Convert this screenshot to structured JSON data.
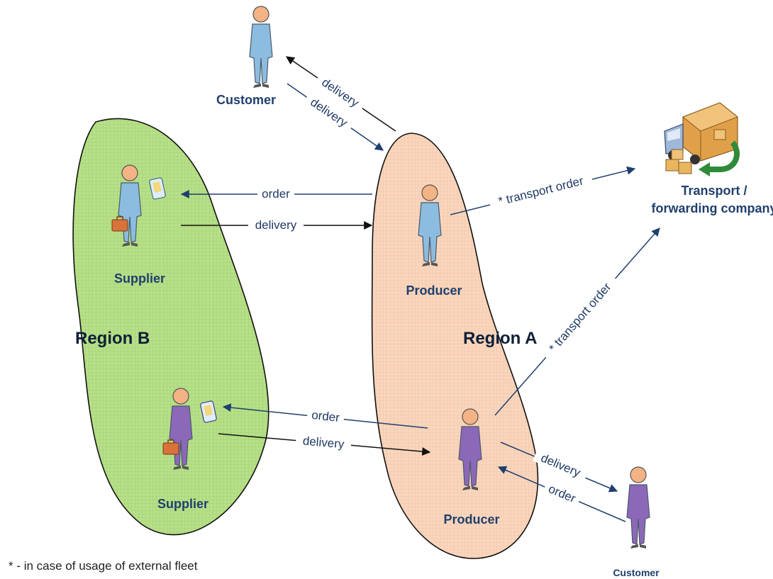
{
  "regions": {
    "region_a": "Region A",
    "region_b": "Region B"
  },
  "actors": {
    "customer_top": "Customer",
    "supplier_top": "Supplier",
    "producer_top": "Producer",
    "supplier_bottom": "Supplier",
    "producer_bottom": "Producer",
    "customer_bottom": "Customer",
    "transport_line1": "Transport /",
    "transport_line2": "forwarding company"
  },
  "edges": {
    "producer_to_customer_top": "delivery",
    "customer_top_to_producer": "delivery",
    "producer_top_to_supplier_order": "order",
    "supplier_to_producer_top_delivery": "delivery",
    "producer_top_to_transport": "* transport order",
    "producer_bottom_to_transport": "* transport order",
    "producer_bottom_to_supplier_order": "order",
    "supplier_to_producer_bottom_delivery": "delivery",
    "producer_bottom_to_customer_delivery": "delivery",
    "customer_bottom_to_producer_order": "order"
  },
  "footnote": "* - in case of usage of external fleet",
  "colors": {
    "region_b_fill": "#b6df86",
    "region_a_fill": "#f9d3b8",
    "blue_person": "#8cbcdf",
    "purple_person": "#8c68b8",
    "arrow_navy": "#1f3f6e",
    "label_navy": "#1f3a66"
  }
}
